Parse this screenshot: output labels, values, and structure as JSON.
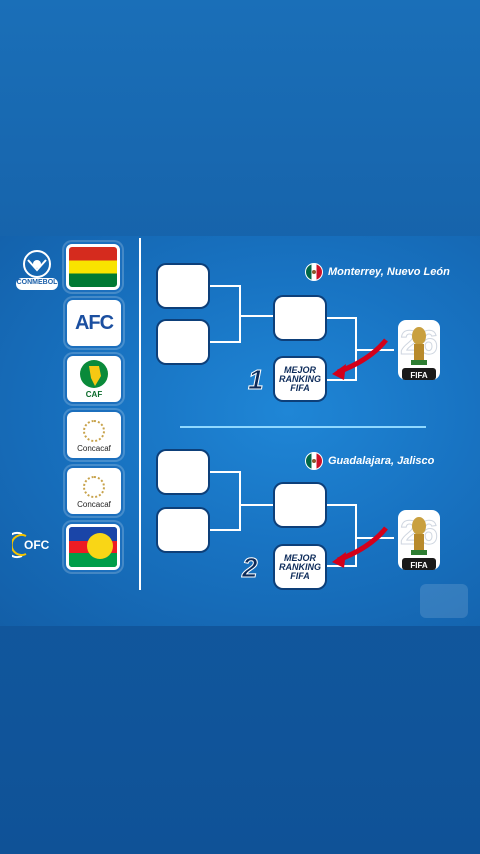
{
  "confederations": {
    "conmebol_label": "CONMEBOL",
    "afc_label": "AFC",
    "caf_label": "CAF",
    "concacaf1_label": "Concacaf",
    "concacaf2_label": "Concacaf",
    "ofc_label": "OFC"
  },
  "bracket1": {
    "venue": "Monterrey, Nuevo León",
    "seed": "1",
    "mejor_line1": "MEJOR",
    "mejor_line2": "RANKING",
    "mejor_line3": "FIFA",
    "fifa_label": "FIFA"
  },
  "bracket2": {
    "venue": "Guadalajara, Jalisco",
    "seed": "2",
    "mejor_line1": "MEJOR",
    "mejor_line2": "RANKING",
    "mejor_line3": "FIFA",
    "fifa_label": "FIFA"
  },
  "colors": {
    "background": "#155fa6",
    "panel": "#1873c2",
    "slot": "#ffffff",
    "arrow": "#d4001a",
    "separator": "#8fd8ff"
  }
}
